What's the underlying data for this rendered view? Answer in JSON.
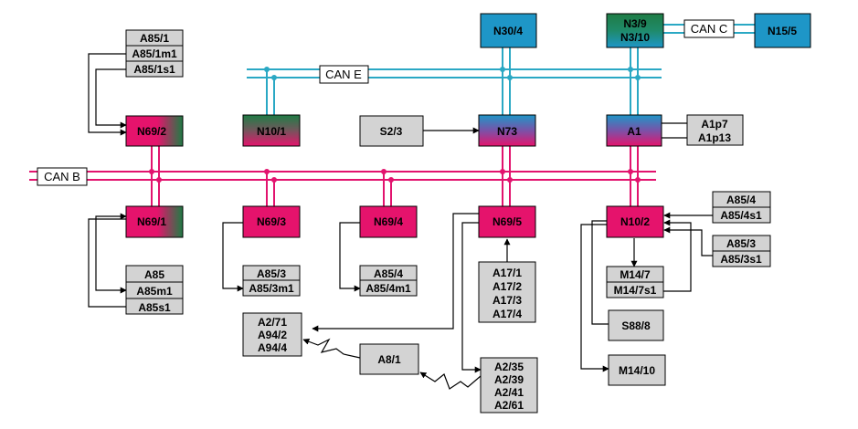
{
  "colors": {
    "can_b": "#e2136e",
    "can_e": "#2aa8c4",
    "pink": "#e5136c",
    "green": "#1f7c45",
    "blue": "#1e96c7",
    "purple": "#5b62b0",
    "gray": "#d3d3d3",
    "line": "#000000"
  },
  "buses": {
    "can_b": "CAN B",
    "can_e": "CAN E",
    "can_c": "CAN C"
  },
  "units": {
    "n69_2": "N69/2",
    "n10_1": "N10/1",
    "s2_3": "S2/3",
    "n73": "N73",
    "a1": "A1",
    "n30_4": "N30/4",
    "n3": [
      "N3/9",
      "N3/10"
    ],
    "n15_5": "N15/5",
    "n69_1": "N69/1",
    "n69_3": "N69/3",
    "n69_4": "N69/4",
    "n69_5": "N69/5",
    "n10_2": "N10/2",
    "a1p": [
      "A1p7",
      "A1p13"
    ],
    "a85_1": [
      "A85/1",
      "A85/1m1",
      "A85/1s1"
    ],
    "a85": [
      "A85",
      "A85m1",
      "A85s1"
    ],
    "a85_3a": [
      "A85/3",
      "A85/3m1"
    ],
    "a85_4a": [
      "A85/4",
      "A85/4m1"
    ],
    "a85_4b": [
      "A85/4",
      "A85/4s1"
    ],
    "a85_3b": [
      "A85/3",
      "A85/3s1"
    ],
    "a17": [
      "A17/1",
      "A17/2",
      "A17/3",
      "A17/4"
    ],
    "a2_71": [
      "A2/71",
      "A94/2",
      "A94/4"
    ],
    "a8_1": "A8/1",
    "a2_35": [
      "A2/35",
      "A2/39",
      "A2/41",
      "A2/61"
    ],
    "m14_7": [
      "M14/7",
      "M14/7s1"
    ],
    "s88_8": "S88/8",
    "m14_10": "M14/10"
  }
}
